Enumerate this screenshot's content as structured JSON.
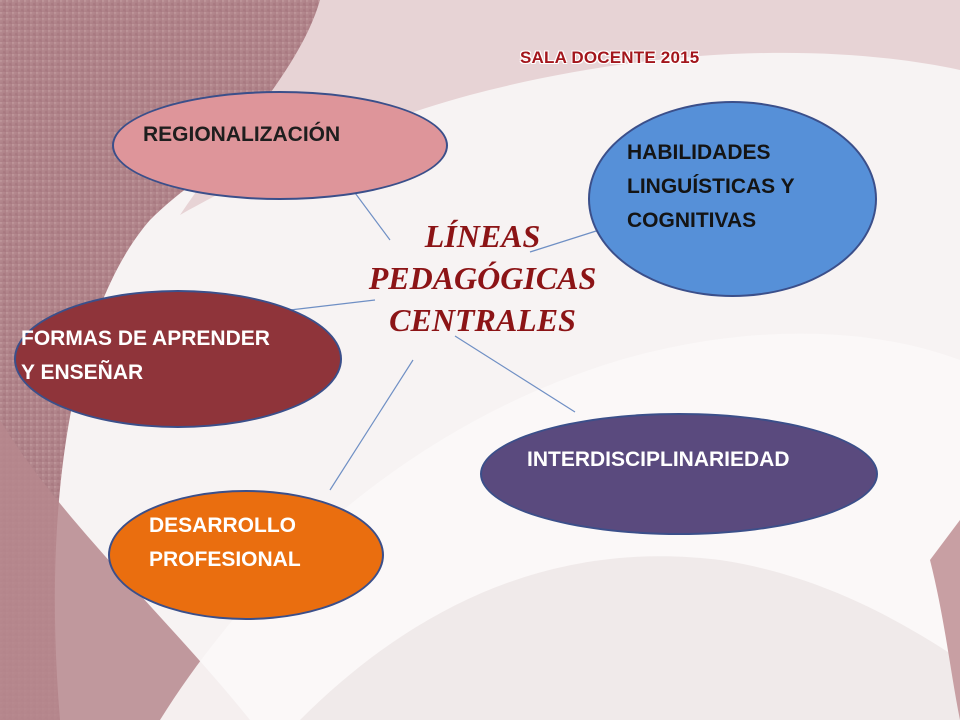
{
  "header": {
    "text": "SALA DOCENTE 2015"
  },
  "center": {
    "lines": [
      "LÍNEAS",
      "PEDAGÓGICAS",
      "CENTRALES"
    ]
  },
  "nodes": {
    "regionalizacion": {
      "lines": [
        "REGIONALIZACIÓN"
      ],
      "color": "#de959a"
    },
    "habilidades": {
      "lines": [
        "HABILIDADES",
        "LINGUÍSTICAS Y",
        "COGNITIVAS"
      ],
      "color": "#5690d8"
    },
    "formas": {
      "lines": [
        "FORMAS DE APRENDER",
        "Y ENSEÑAR"
      ],
      "color": "#8f343a"
    },
    "interdisciplinariedad": {
      "lines": [
        "INTERDISCIPLINARIEDAD"
      ],
      "color": "#5a4a7e"
    },
    "desarrollo": {
      "lines": [
        "DESARROLLO",
        "PROFESIONAL"
      ],
      "color": "#ea6e0f"
    }
  },
  "colors": {
    "accent": "#8c1416",
    "header": "#a3161c",
    "connector": "#6f8fc4"
  }
}
